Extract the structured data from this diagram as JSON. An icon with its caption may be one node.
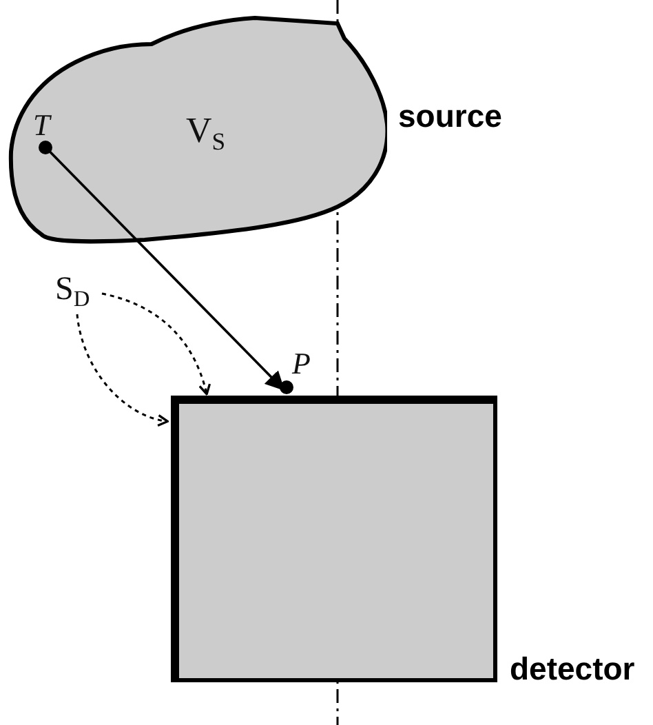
{
  "diagram": {
    "nodes": [
      {
        "text": [
          "V$_{S}$"
        ],
        "beside": [
          "source"
        ]
      },
      {
        "text": [
          "T"
        ],
        "in": 0
      },
      {
        "text": [
          "S$_{D}$"
        ]
      },
      {
        "text": [
          "P"
        ]
      },
      {
        "text": [],
        "shape": "box",
        "beside": [
          "detector"
        ]
      }
    ],
    "edges": [
      {
        "from": 1,
        "to": 3,
        "arrow": "to"
      },
      {
        "from": 2,
        "to": 4,
        "arrow": "to",
        "style": "dashed"
      },
      {
        "from": 2,
        "to": 4,
        "arrow": "to",
        "style": "dashed"
      }
    ]
  }
}
